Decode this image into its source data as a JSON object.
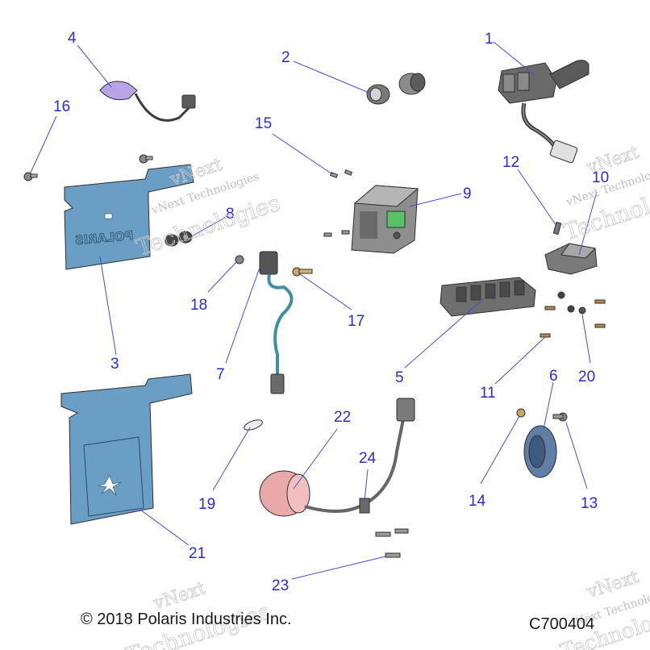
{
  "callouts": [
    {
      "id": "1",
      "label": "1"
    },
    {
      "id": "2",
      "label": "2"
    },
    {
      "id": "3",
      "label": "3"
    },
    {
      "id": "4",
      "label": "4"
    },
    {
      "id": "5",
      "label": "5"
    },
    {
      "id": "6",
      "label": "6"
    },
    {
      "id": "7",
      "label": "7"
    },
    {
      "id": "8",
      "label": "8"
    },
    {
      "id": "9",
      "label": "9"
    },
    {
      "id": "10",
      "label": "10"
    },
    {
      "id": "11",
      "label": "11"
    },
    {
      "id": "12",
      "label": "12"
    },
    {
      "id": "13",
      "label": "13"
    },
    {
      "id": "14",
      "label": "14"
    },
    {
      "id": "15",
      "label": "15"
    },
    {
      "id": "16",
      "label": "16"
    },
    {
      "id": "17",
      "label": "17"
    },
    {
      "id": "18",
      "label": "18"
    },
    {
      "id": "19",
      "label": "19"
    },
    {
      "id": "20",
      "label": "20"
    },
    {
      "id": "21",
      "label": "21"
    },
    {
      "id": "22",
      "label": "22"
    },
    {
      "id": "23",
      "label": "23"
    },
    {
      "id": "24",
      "label": "24"
    }
  ],
  "plate_text": "POLARIS",
  "watermark": {
    "line1": "vNext Technologies",
    "line2": "Technologies",
    "short": "vNext"
  },
  "copyright": "© 2018 Polaris Industries Inc.",
  "drawing_number": "C700404",
  "colors": {
    "callout": "#2b2bd6",
    "plate_blue": "#6b9ec4",
    "display_green": "#59c266",
    "lamp_purple": "#b7a3e6",
    "horn_blue": "#5f7fa6",
    "motor_pink": "#e9a9a9",
    "harness_teal": "#3f8fa0"
  }
}
